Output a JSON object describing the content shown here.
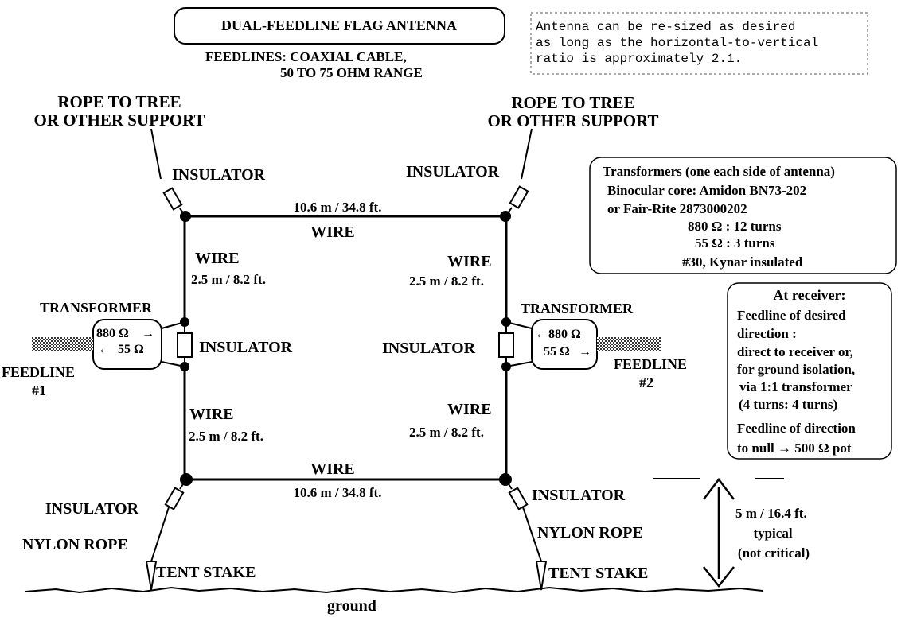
{
  "title": "DUAL-FEEDLINE FLAG ANTENNA",
  "feedlines": [
    "FEEDLINES:  COAXIAL CABLE,",
    "50 TO 75 OHM RANGE"
  ],
  "note": [
    "Antenna can be re-sized as desired",
    "as long as the horizontal-to-vertical",
    "ratio is approximately 2.1."
  ],
  "rope_left": [
    "ROPE TO TREE",
    "OR OTHER SUPPORT"
  ],
  "rope_right": [
    "ROPE TO TREE",
    "OR OTHER SUPPORT"
  ],
  "insulator": "INSULATOR",
  "wire": "WIRE",
  "horizontal_dim": "10.6 m / 34.8 ft.",
  "vertical_dim": "2.5 m / 8.2 ft.",
  "transformer": "TRANSFORMER",
  "ratio_880": "880 Ω",
  "ratio_55": "55 Ω",
  "feedline_1": [
    "FEEDLINE",
    "#1"
  ],
  "feedline_2": [
    "FEEDLINE",
    "#2"
  ],
  "transformers_box": [
    "Transformers  (one each side of antenna)",
    "Binocular core:  Amidon BN73-202",
    "or Fair-Rite 2873000202",
    "880 Ω : 12 turns",
    "55 Ω : 3 turns",
    "#30, Kynar insulated"
  ],
  "receiver_box": {
    "title": "At receiver:",
    "lines": [
      "Feedline of desired",
      "direction :",
      "direct to receiver or,",
      "for ground isolation,",
      "via 1:1 transformer",
      "(4 turns: 4 turns)"
    ],
    "null_lines": [
      "Feedline of direction",
      "to null → 500 Ω pot"
    ]
  },
  "height": [
    "5 m / 16.4 ft.",
    "typical",
    "(not critical)"
  ],
  "nylon_rope": "NYLON ROPE",
  "tent_stake": "TENT STAKE",
  "ground": "ground"
}
